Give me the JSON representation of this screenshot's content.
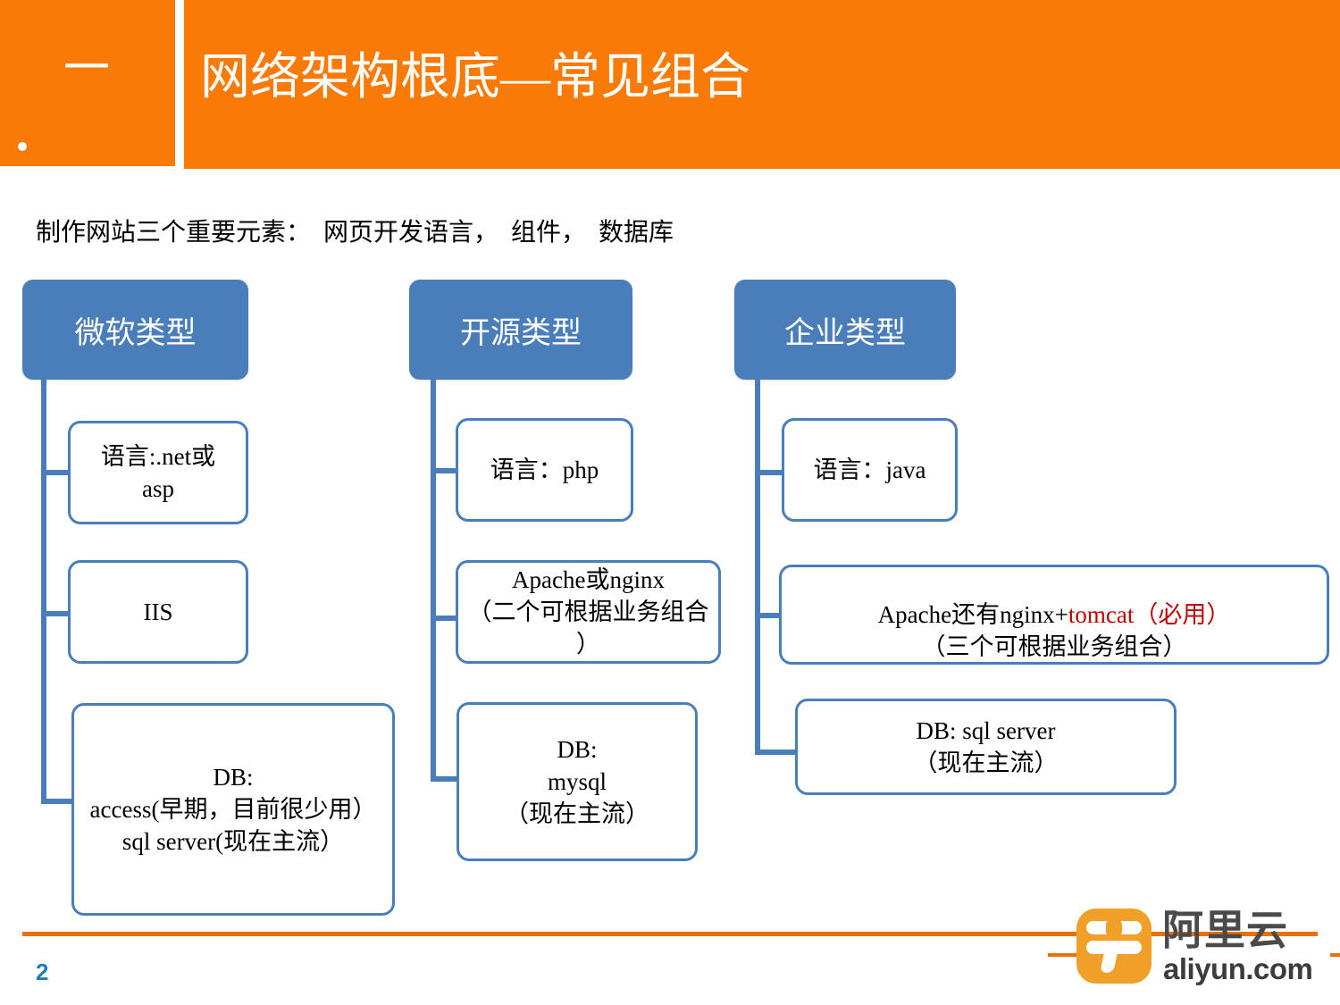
{
  "header": {
    "section_number": "一",
    "title": "网络架构根底—常见组合",
    "bullet_icon": "bullet-dot-icon"
  },
  "subtitle": "制作网站三个重要元素：  网页开发语言，  组件，  数据库",
  "accent_colors": {
    "header_orange": "#F97A06",
    "node_blue": "#4A7EBB",
    "highlight_red": "#C00000",
    "footer_rule_orange": "#E8700C",
    "page_number_blue": "#1F7BC1",
    "logo_orange": "#F0A028"
  },
  "columns": [
    {
      "head": "微软类型",
      "nodes": [
        {
          "text": "语言:.net或\nasp"
        },
        {
          "text": "IIS"
        },
        {
          "text": "DB:\naccess(早期，目前很少用）\nsql server(现在主流）"
        }
      ]
    },
    {
      "head": "开源类型",
      "nodes": [
        {
          "text": "语言：php"
        },
        {
          "text": "Apache或nginx\n（二个可根据业务组合\n）"
        },
        {
          "text": "DB:\nmysql\n（现在主流）"
        }
      ]
    },
    {
      "head": "企业类型",
      "nodes": [
        {
          "text": "语言：java"
        },
        {
          "text_pre": "Apache还有nginx+",
          "text_red": "tomcat（必用）",
          "text_post": "\n（三个可根据业务组合）"
        },
        {
          "text": "DB:    sql server\n（现在主流）"
        }
      ]
    }
  ],
  "footer": {
    "page_number": "2",
    "logo_cn": "阿里云",
    "logo_en": "aliyun.com"
  }
}
